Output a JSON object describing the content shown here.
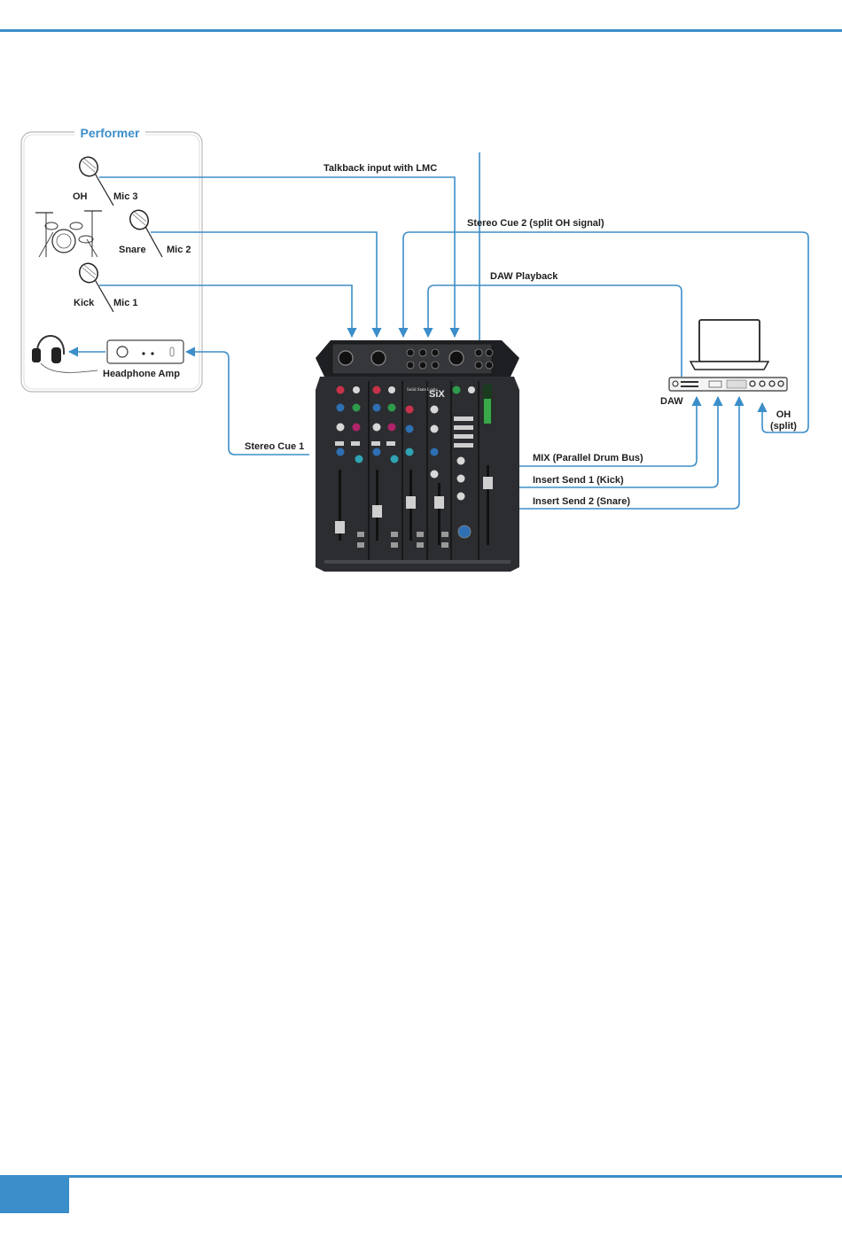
{
  "performer": {
    "title": "Performer",
    "mic3_left": "OH",
    "mic3_right": "Mic 3",
    "mic2_left": "Snare",
    "mic2_right": "Mic 2",
    "mic1_left": "Kick",
    "mic1_right": "Mic 1",
    "headphone_amp": "Headphone Amp"
  },
  "connections": {
    "talkback": "Talkback input with LMC",
    "stereo_cue_2": "Stereo Cue 2 (split OH signal)",
    "daw_playback": "DAW Playback",
    "stereo_cue_1": "Stereo Cue 1",
    "mix": "MIX (Parallel Drum Bus)",
    "insert_send_1": "Insert Send 1 (Kick)",
    "insert_send_2": "Insert Send 2 (Snare)"
  },
  "daw": {
    "label": "DAW",
    "oh_line1": "OH",
    "oh_line2": "(split)"
  },
  "console": {
    "logo_brand": "Solid State Logic",
    "logo_model": "SiX"
  },
  "colors": {
    "accent": "#3b8ec9",
    "console_body": "#2b2d30",
    "console_top": "#1e1f22"
  }
}
